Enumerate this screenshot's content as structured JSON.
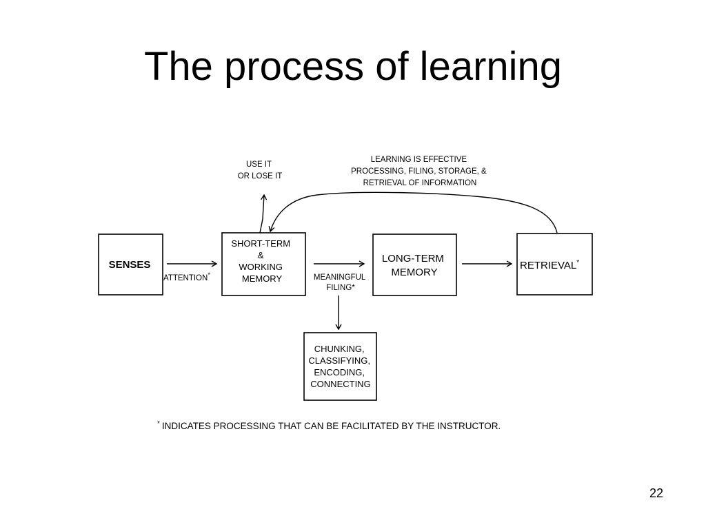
{
  "slide": {
    "title": "The process of learning",
    "page_number": "22"
  },
  "diagram": {
    "senses": "SENSES",
    "short_term": [
      "SHORT-TERM",
      "&",
      "WORKING",
      "MEMORY"
    ],
    "long_term": [
      "LONG-TERM",
      "MEMORY"
    ],
    "retrieval": "RETRIEVAL",
    "retrieval_mark": "*",
    "chunking": [
      "CHUNKING,",
      "CLASSIFYING,",
      "ENCODING,",
      "CONNECTING"
    ],
    "attention": "ATTENTION",
    "attention_mark": "*",
    "meaningful_filing": [
      "MEANINGFUL",
      "FILING*"
    ],
    "use_it": [
      "USE IT",
      "OR LOSE IT"
    ],
    "learning_effective": [
      "LEARNING IS EFFECTIVE",
      "PROCESSING, FILING, STORAGE, &",
      "RETRIEVAL OF INFORMATION"
    ],
    "footnote_mark": "*",
    "footnote": "INDICATES PROCESSING THAT CAN BE FACILITATED BY THE INSTRUCTOR."
  }
}
